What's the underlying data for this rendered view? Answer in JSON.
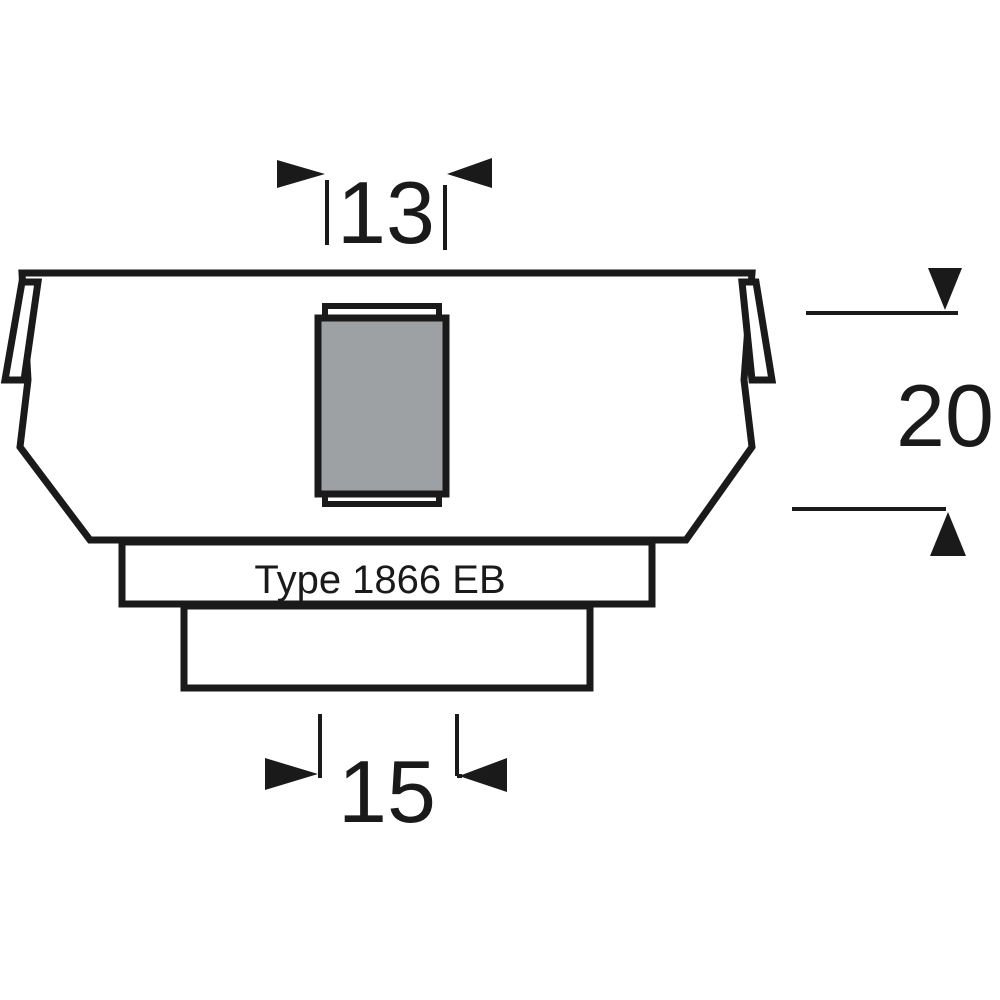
{
  "dimensions": {
    "top_width": "13",
    "height": "20",
    "bottom_width": "15"
  },
  "label": "Type 1866 EB",
  "colors": {
    "line": "#1a1a1a",
    "window_fill": "#9da1a4",
    "background": "#ffffff"
  }
}
